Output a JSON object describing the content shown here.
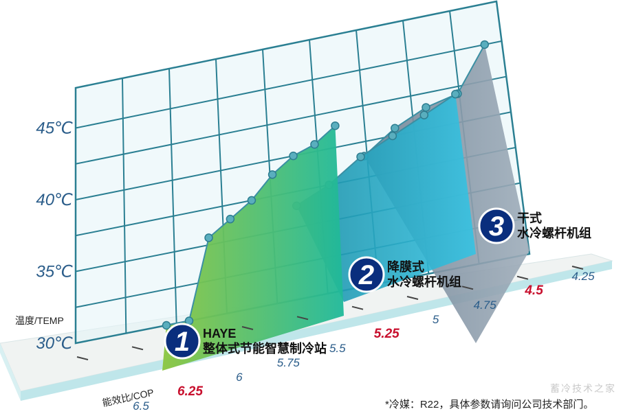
{
  "chart_data": {
    "type": "area",
    "y_axis": {
      "label": "温度/TEMP",
      "ticks": [
        "30℃",
        "35℃",
        "40℃",
        "45℃"
      ],
      "values": [
        30,
        35,
        40,
        45
      ]
    },
    "x_axis": {
      "label": "能效比/COP",
      "ticks": [
        "6.5",
        "6.25",
        "6",
        "5.75",
        "5.5",
        "5.25",
        "5",
        "4.75",
        "4.5",
        "4.25"
      ],
      "highlighted": [
        "6.25",
        "5.25",
        "4.5"
      ],
      "highlight_color": "#c8102e"
    },
    "series": [
      {
        "number": "1",
        "name_line1": "HAYE",
        "name_line2": "整体式节能智慧制冷站",
        "colors": [
          "#8cc63f",
          "#1fb99a"
        ],
        "temps": [
          30,
          30,
          35.5,
          36.5,
          37.5,
          39,
          40,
          40.5,
          41.5
        ]
      },
      {
        "number": "2",
        "name_line1": "降膜式",
        "name_line2": "水冷螺杆机组",
        "colors": [
          "#1b9fb3",
          "#36c3e3"
        ],
        "temps": [
          36.5,
          37.5,
          39,
          40,
          41,
          42
        ]
      },
      {
        "number": "3",
        "name_line1": "干式",
        "name_line2": "水冷螺杆机组",
        "colors": [
          "#8a9aa9",
          "#aab7c2"
        ],
        "temps": [
          39,
          40.5,
          41.5,
          42,
          45
        ]
      }
    ],
    "colors": {
      "grid": "#2a7f92",
      "axis_text": "#2b5d8a",
      "badge": "#0a2e7d",
      "floor_top": "#f0f3f2",
      "floor_front": "#bfe6ea"
    }
  },
  "footnote": "*冷媒：R22，具体参数请询问公司技术部门。",
  "watermark": "蓄冷技术之家"
}
